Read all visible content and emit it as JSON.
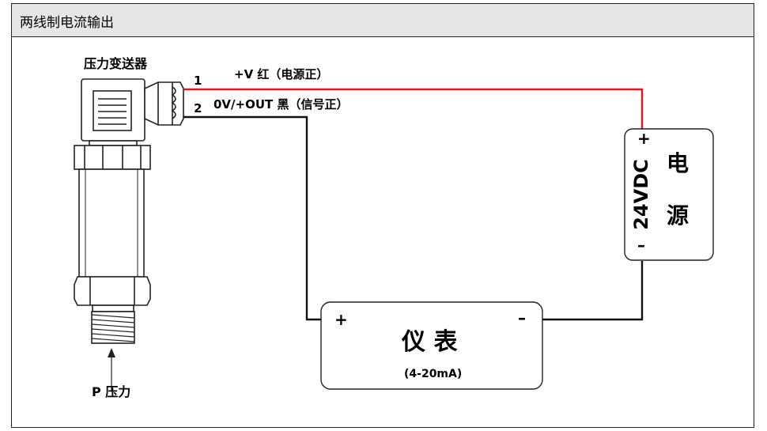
{
  "header": {
    "title": "两线制电流输出"
  },
  "sensor": {
    "label": "压力变送器"
  },
  "wires": [
    {
      "pin": "1",
      "label": "+V 红（电源正）",
      "color": "#e8141c"
    },
    {
      "pin": "2",
      "label": "0V/+OUT 黑（信号正）",
      "color": "#111111"
    }
  ],
  "power_supply": {
    "plus": "+",
    "minus": "–",
    "voltage": "24VDC",
    "name_1": "电",
    "name_2": "源"
  },
  "meter": {
    "plus": "+",
    "minus": "–",
    "name": "仪 表",
    "range": "(4-20mA)"
  },
  "pressure": {
    "label": "P 压力"
  }
}
